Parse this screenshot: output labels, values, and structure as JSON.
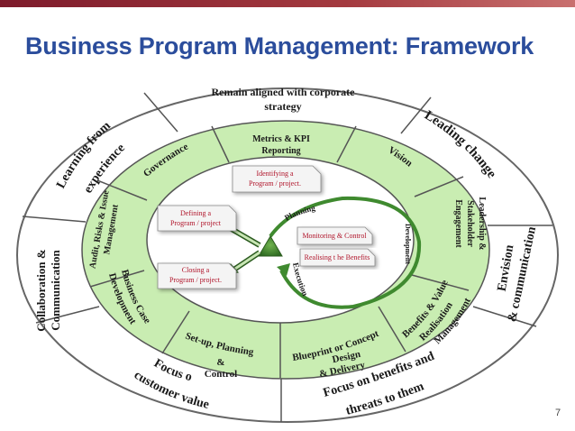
{
  "title": "Business Program Management: Framework",
  "page_number": "7",
  "outer_ring": {
    "top": [
      "Remain aligned with corporate",
      "strategy"
    ],
    "top_left": [
      "Learning from",
      "experience"
    ],
    "top_right": "Leading change",
    "left": [
      "Collaboration &",
      "Communication"
    ],
    "right": [
      "Envision",
      "& communication"
    ],
    "bottom_left": [
      "Focus on",
      "customer value"
    ],
    "bottom_right": [
      "Focus on benefits and",
      "threats to them"
    ]
  },
  "middle_ring": {
    "metrics": [
      "Metrics & KPI",
      "Reporting"
    ],
    "governance": "Governance",
    "vision": "Vision",
    "audit": [
      "Audit, Risks & Issue",
      "Management"
    ],
    "leadership": [
      "Leadership &",
      "Stakeholder",
      "Engagement"
    ],
    "business_case": [
      "Business Case",
      "Development"
    ],
    "benefits": [
      "Benefits & Value",
      "Realisation",
      "Management"
    ],
    "setup": [
      "Set-up, Planning",
      "&",
      "Control"
    ],
    "blueprint": [
      "Blueprint  or Concept",
      "Design",
      "& Delivery"
    ]
  },
  "inner": {
    "identifying": [
      "Identifying a",
      "Program / project."
    ],
    "defining": [
      "Defining a",
      "Program / project"
    ],
    "closing": [
      "Closing a",
      "Program / project."
    ],
    "monitoring": "Monitoring & Control",
    "realising": "Realising t he Benefits",
    "planning": "Planning",
    "development": "Development",
    "execution": "Execution"
  },
  "colors": {
    "title": "#2b4d9c",
    "outer_ring": "#ffffff",
    "middle_ring": "#c9edb2",
    "inner_ring": "#ffffff",
    "center": "#4b8a37",
    "cycle": "#3f8a2f",
    "box_text": "#b0142a"
  }
}
